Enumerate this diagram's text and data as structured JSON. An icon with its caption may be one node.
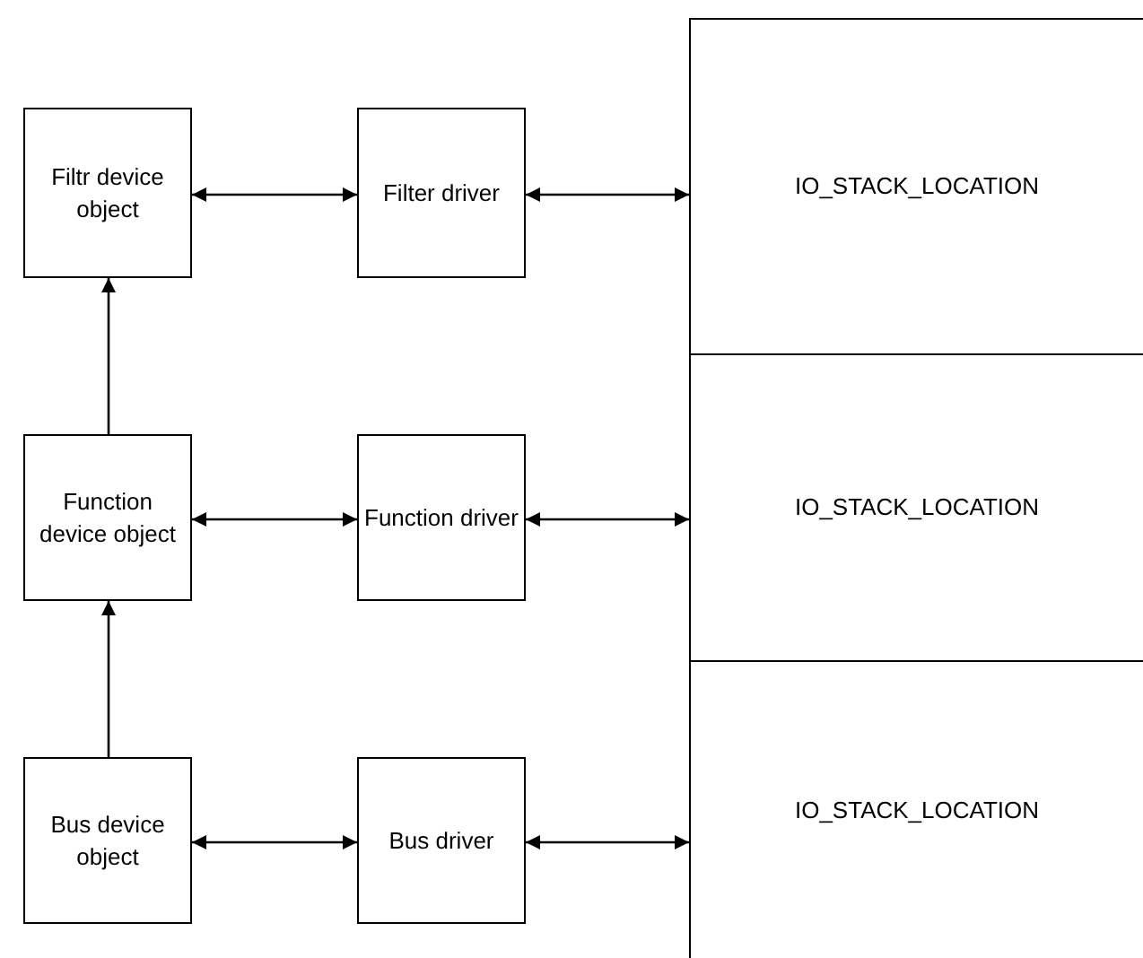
{
  "diagram": {
    "nodes": [
      {
        "text": [
          "Filtr device object"
        ]
      },
      {
        "text": [
          "Filter driver"
        ]
      },
      {
        "text": [
          "IO_STACK_LOCATION"
        ]
      },
      {
        "text": [
          "Function device object"
        ]
      },
      {
        "text": [
          "Function driver"
        ]
      },
      {
        "text": [
          "IO_STACK_LOCATION"
        ]
      },
      {
        "text": [
          "Bus device object"
        ]
      },
      {
        "text": [
          "Bus driver"
        ]
      },
      {
        "text": [
          "IO_STACK_LOCATION"
        ]
      }
    ],
    "edges": [
      {
        "from": 0,
        "to": 1,
        "arrow": "both"
      },
      {
        "from": 1,
        "to": 2,
        "arrow": "both"
      },
      {
        "from": 3,
        "to": 0,
        "arrow": "to"
      },
      {
        "from": 3,
        "to": 4,
        "arrow": "both"
      },
      {
        "from": 4,
        "to": 5,
        "arrow": "both"
      },
      {
        "from": 6,
        "to": 3,
        "arrow": "to"
      },
      {
        "from": 6,
        "to": 7,
        "arrow": "both"
      },
      {
        "from": 7,
        "to": 8,
        "arrow": "both"
      }
    ]
  }
}
